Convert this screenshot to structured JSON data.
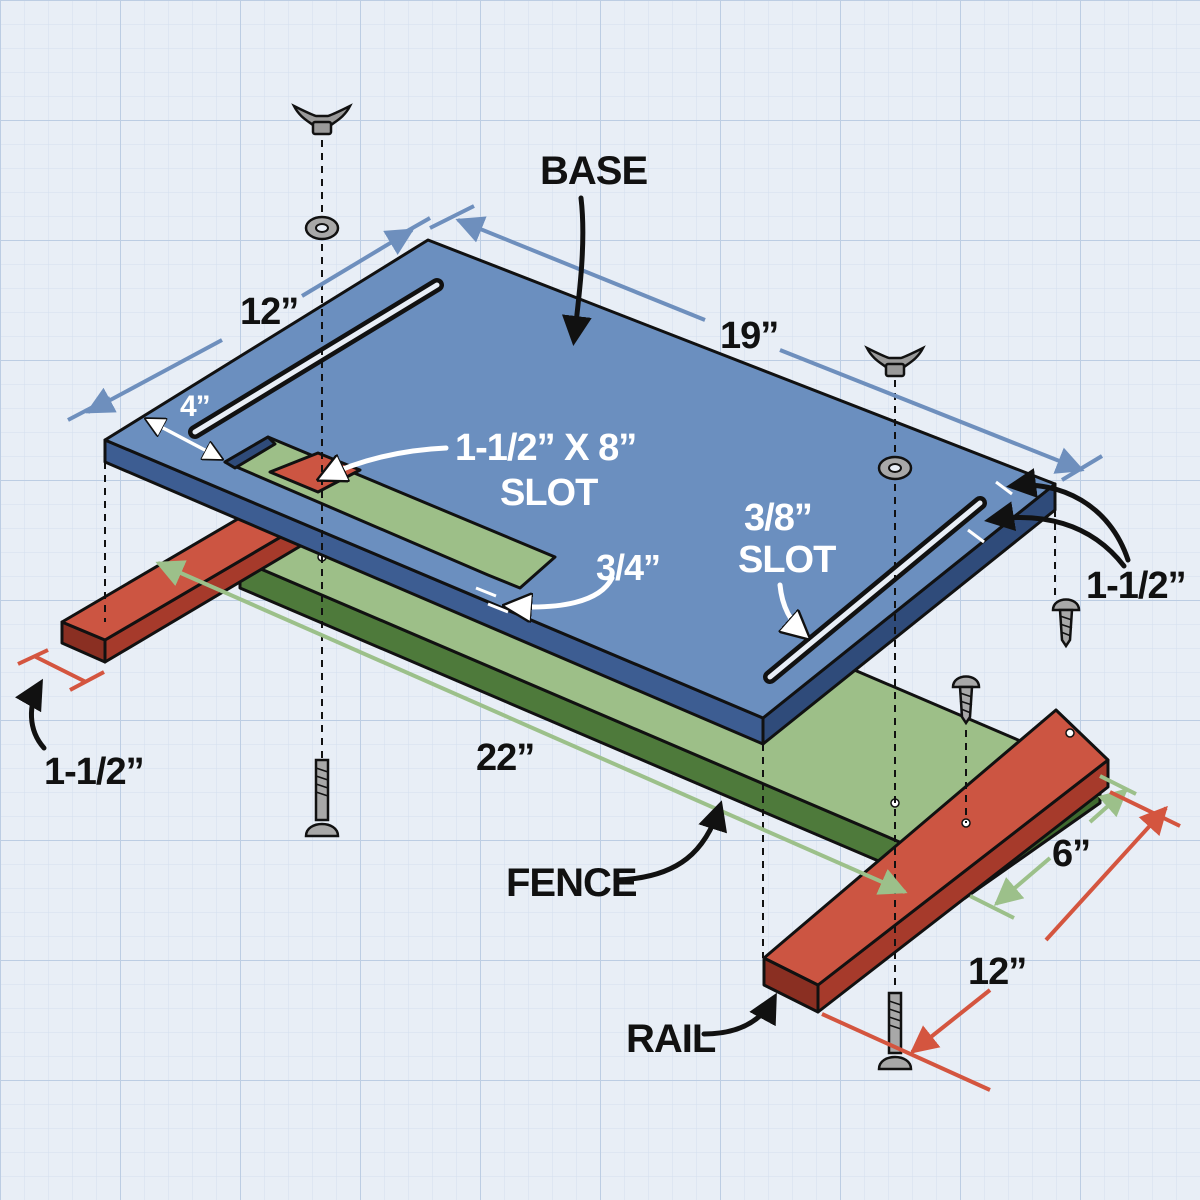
{
  "labels": {
    "base": "BASE",
    "width_top": "12”",
    "length_top": "19”",
    "slot_offset": "4”",
    "big_slot_line1": "1-1/2” X 8”",
    "big_slot_line2": "SLOT",
    "small_slot_line1": "3/8”",
    "small_slot_line2": "SLOT",
    "edge_gap": "3/4”",
    "right_offset": "1-1/2”",
    "rail_thickness": "1-1/2”",
    "fence_length": "22”",
    "fence": "FENCE",
    "fence_width": "6”",
    "rail_length": "12”",
    "rail": "RAIL"
  },
  "colors": {
    "background": "#e8eef6",
    "grid": "#c2d2e6",
    "base_top": "#6b8fbf",
    "base_edge": "#3d5d92",
    "fence_top": "#9dbf88",
    "fence_edge": "#4e7a3b",
    "rail_top": "#cc5542",
    "rail_edge": "#8a2f22",
    "dim_blue": "#6e8fbd",
    "dim_green": "#9cc08a",
    "dim_red": "#d4553f",
    "outline": "#111111"
  },
  "icons": [
    "wing-nut-icon",
    "washer-icon",
    "carriage-bolt-icon",
    "screw-icon"
  ]
}
